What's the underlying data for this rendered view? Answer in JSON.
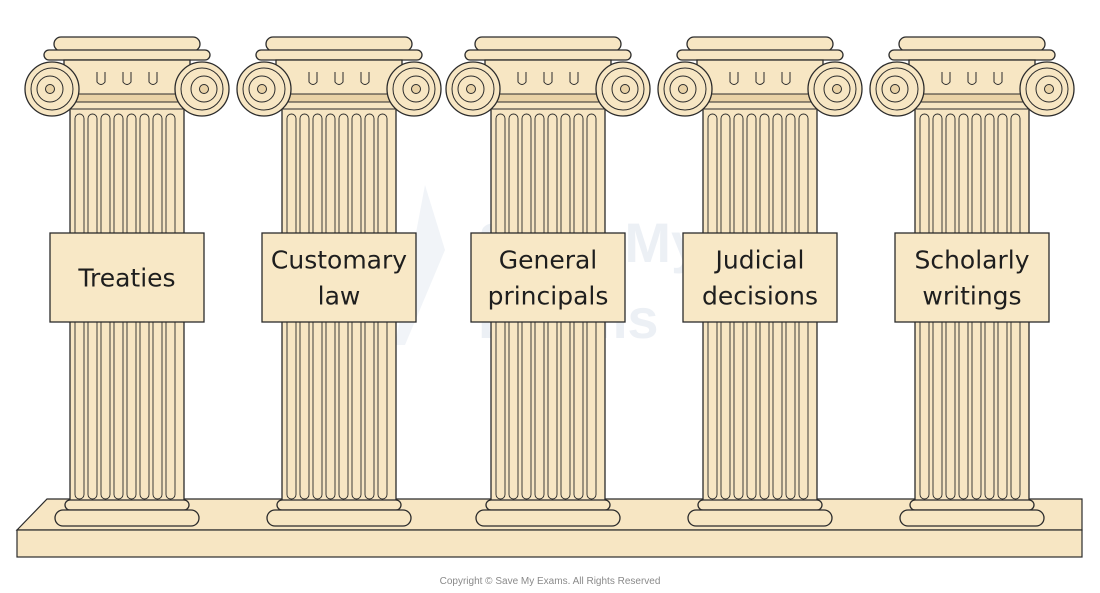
{
  "diagram": {
    "pillars": [
      {
        "lines": [
          "Treaties"
        ]
      },
      {
        "lines": [
          "Customary",
          "law"
        ]
      },
      {
        "lines": [
          "General",
          "principals"
        ]
      },
      {
        "lines": [
          "Judicial",
          "decisions"
        ]
      },
      {
        "lines": [
          "Scholarly",
          "writings"
        ]
      }
    ],
    "watermark": [
      "Save My",
      "Exams"
    ],
    "copyright": "Copyright © Save My Exams. All Rights Reserved",
    "colors": {
      "stone_fill": "#f7e6c3",
      "stone_dark": "#e9d2a6",
      "label_fill": "#f8e8c6",
      "outline": "#2b2b2b"
    }
  }
}
